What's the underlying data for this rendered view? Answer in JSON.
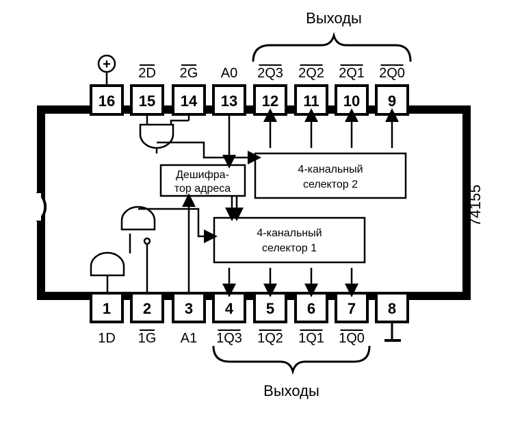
{
  "chip": {
    "part_number": "74155",
    "outputs_top_label": "Выходы",
    "outputs_bottom_label": "Выходы",
    "decoder_line1": "Дешифра-",
    "decoder_line2": "тор адреса",
    "selector2_line1": "4-канальный",
    "selector2_line2": "селектор 2",
    "selector1_line1": "4-канальный",
    "selector1_line2": "селектор 1",
    "power_symbol": "+"
  },
  "pins_top": [
    {
      "num": "16",
      "label": ""
    },
    {
      "num": "15",
      "label": "2D",
      "overline": true
    },
    {
      "num": "14",
      "label": "2G",
      "overline": true
    },
    {
      "num": "13",
      "label": "A0",
      "overline": false
    },
    {
      "num": "12",
      "label": "2Q3",
      "overline": true
    },
    {
      "num": "11",
      "label": "2Q2",
      "overline": true
    },
    {
      "num": "10",
      "label": "2Q1",
      "overline": true
    },
    {
      "num": "9",
      "label": "2Q0",
      "overline": true
    }
  ],
  "pins_bottom": [
    {
      "num": "1",
      "label": "1D",
      "overline": false
    },
    {
      "num": "2",
      "label": "1G",
      "overline": true
    },
    {
      "num": "3",
      "label": "A1",
      "overline": false
    },
    {
      "num": "4",
      "label": "1Q3",
      "overline": true
    },
    {
      "num": "5",
      "label": "1Q2",
      "overline": true
    },
    {
      "num": "6",
      "label": "1Q1",
      "overline": true
    },
    {
      "num": "7",
      "label": "1Q0",
      "overline": true
    },
    {
      "num": "8",
      "label": ""
    }
  ]
}
